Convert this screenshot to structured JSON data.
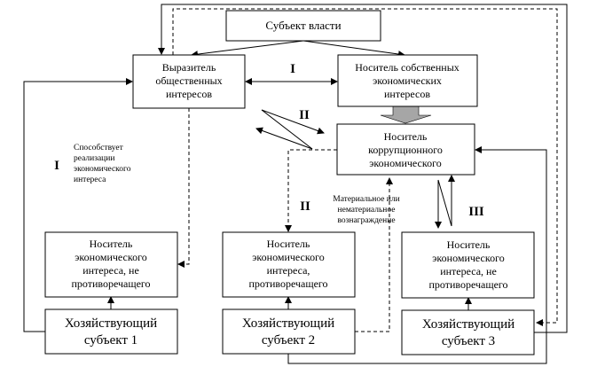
{
  "nodes": {
    "authority": [
      "Субъект власти"
    ],
    "public_interest": [
      "Выразитель",
      "общественных",
      "интересов"
    ],
    "own_interest": [
      "Носитель собственных",
      "экономических",
      "интересов"
    ],
    "corrupt": [
      "Носитель",
      "коррупционного",
      "экономического"
    ],
    "carrier1": [
      "Носитель",
      "экономического",
      "интереса, не",
      "противоречащего"
    ],
    "carrier2": [
      "Носитель",
      "экономического",
      "интереса,",
      "противоречащего"
    ],
    "carrier3": [
      "Носитель",
      "экономического",
      "интереса, не",
      "противоречащего"
    ],
    "entity1": [
      "Хозяйствующий",
      "субъект 1"
    ],
    "entity2": [
      "Хозяйствующий",
      "субъект 2"
    ],
    "entity3": [
      "Хозяйствующий",
      "субъект 3"
    ]
  },
  "labels": {
    "roman_1_top": "I",
    "roman_1_left": "I",
    "roman_2_top": "II",
    "roman_2_mid": "II",
    "roman_3": "III",
    "promotes": [
      "Способствует",
      "реализации",
      "экономического",
      "интереса"
    ],
    "reward": [
      "Материальное или",
      "нематериальное",
      "вознаграждение"
    ]
  },
  "colors": {
    "line": "#000000",
    "gray_arrow": "#a6a6a6"
  }
}
